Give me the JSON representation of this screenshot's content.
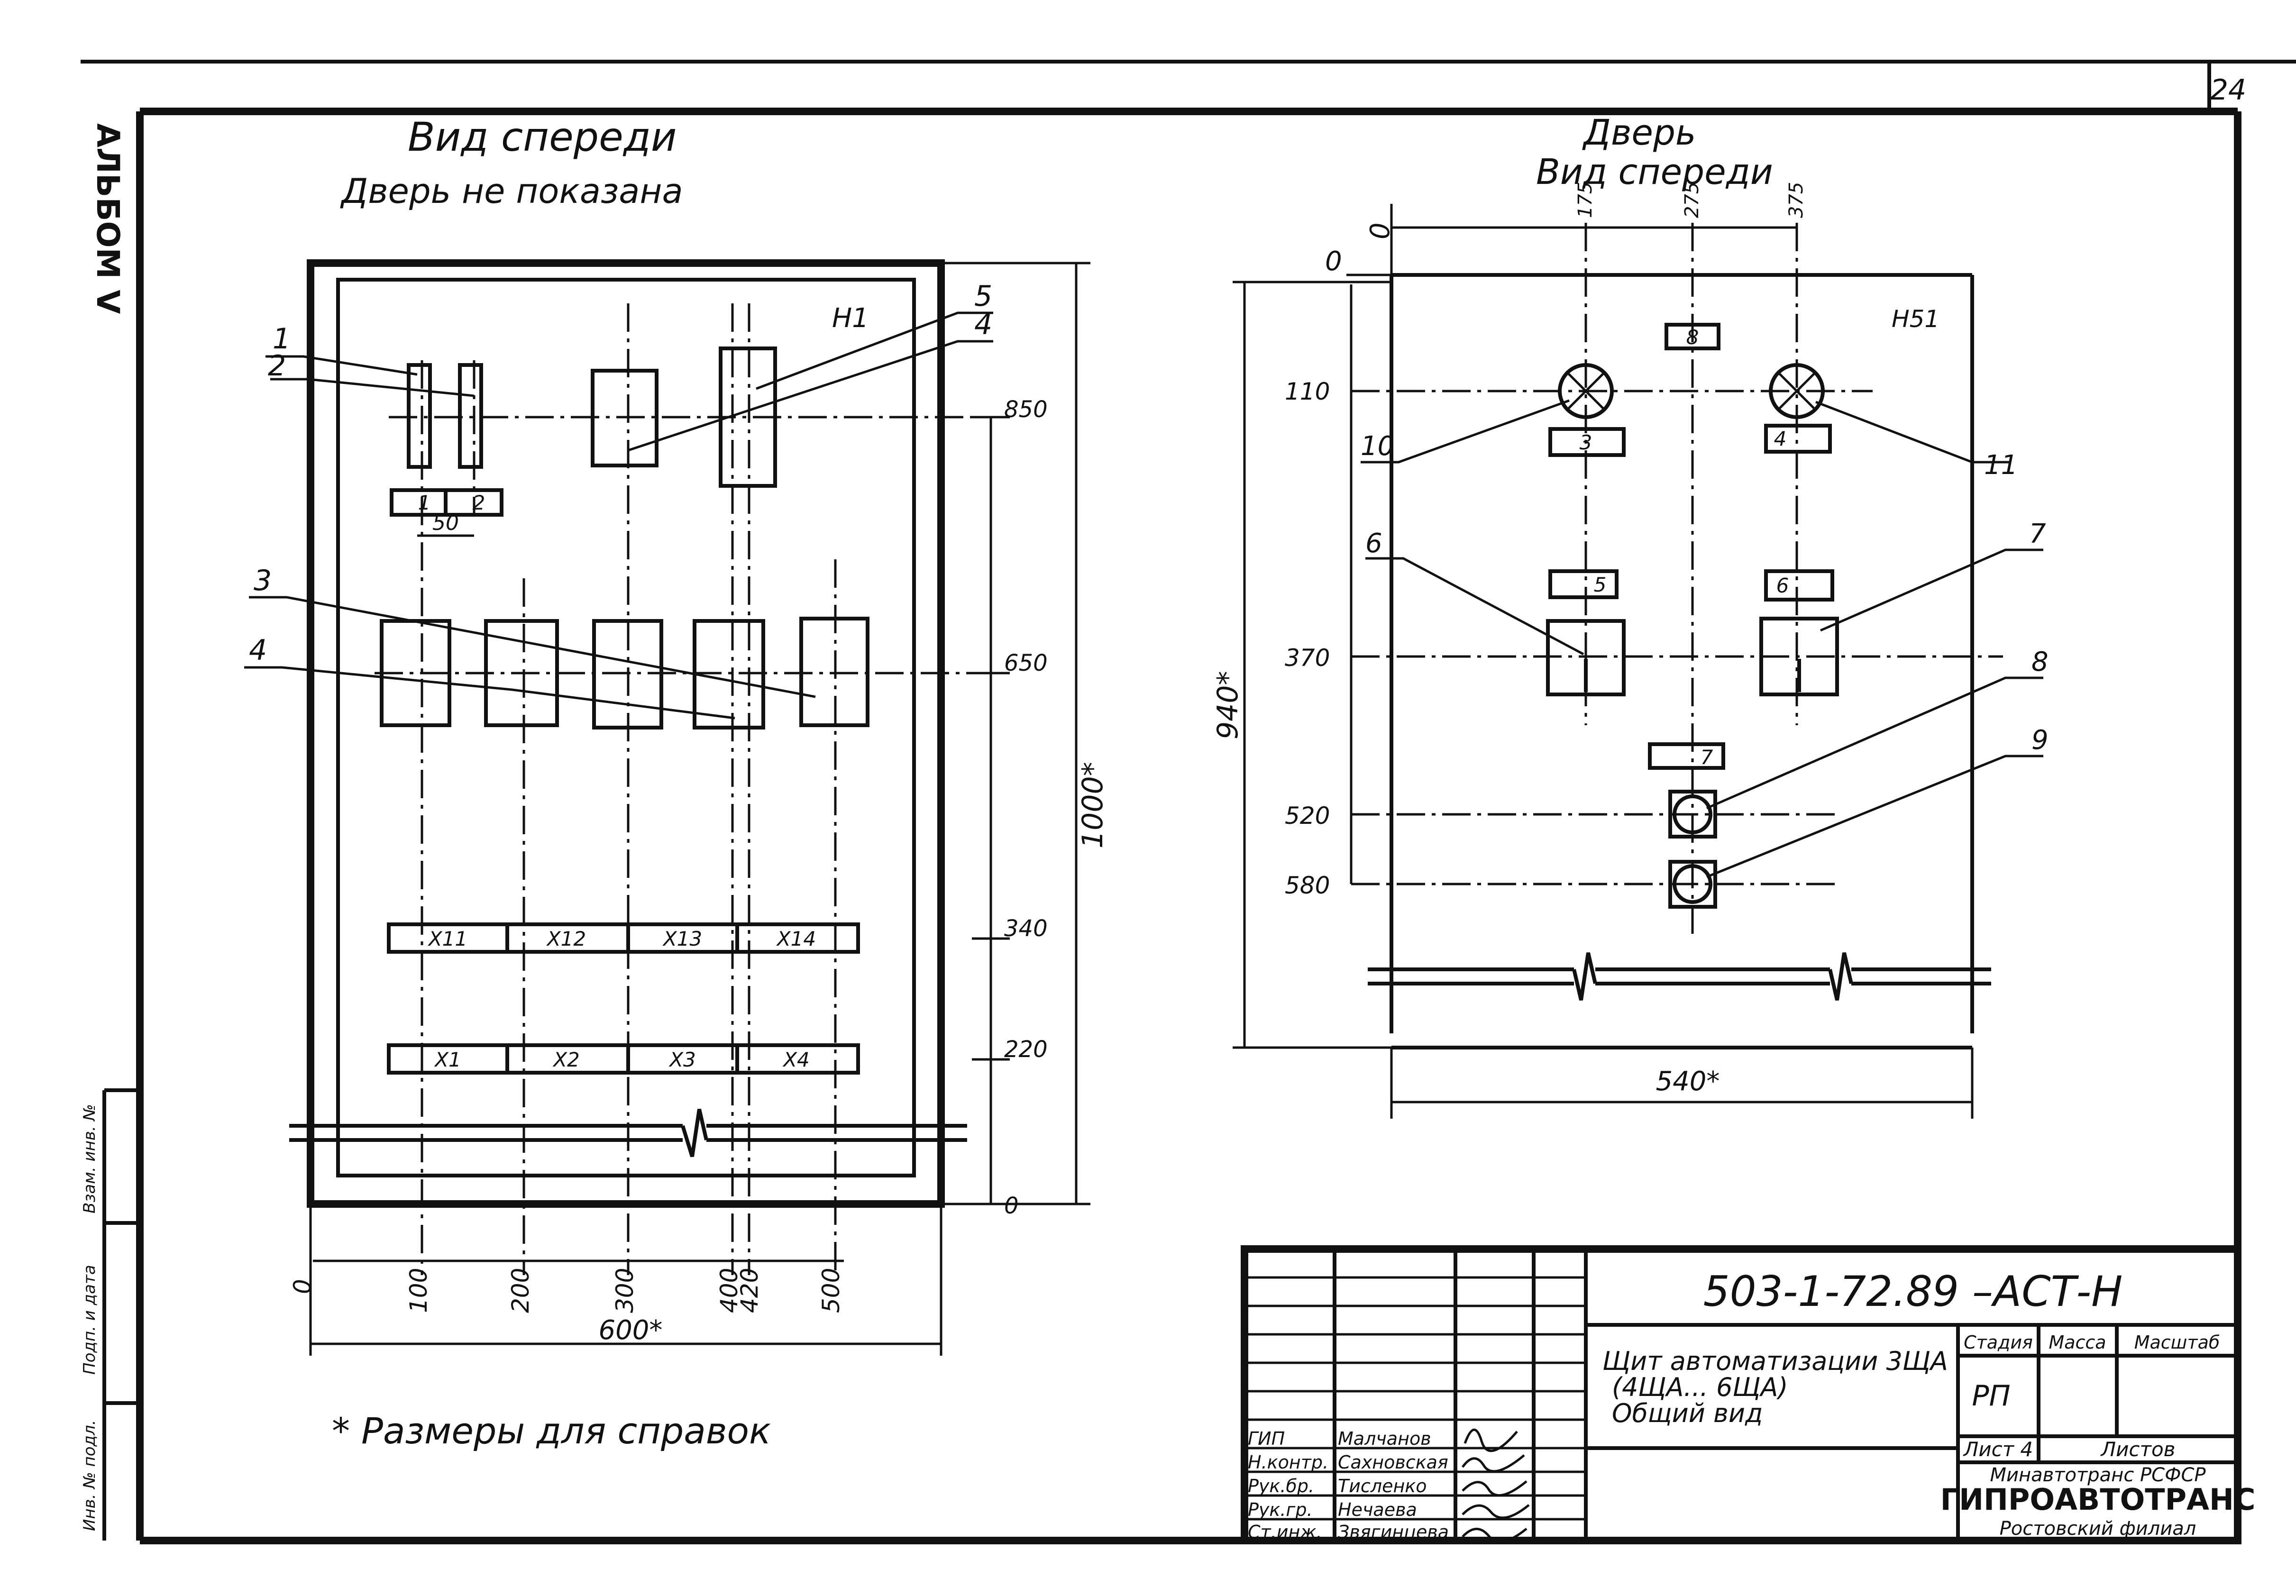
{
  "sheet_number": "24",
  "left_strip": {
    "top_text": "АЛЬБОМ V",
    "field1": "Взам. инв. №",
    "field2": "Подп. и дата",
    "field3": "Инв. № подл."
  },
  "left_view": {
    "title_line1": "Вид спереди",
    "title_line2": "Дверь не показана",
    "panel_code": "Н1",
    "callouts": [
      "1",
      "2",
      "3",
      "4",
      "5",
      "4"
    ],
    "small_labels": [
      "1",
      "2"
    ],
    "dim_50": "50",
    "terminal_upper": [
      "Х11",
      "Х12",
      "Х13",
      "Х14"
    ],
    "terminal_lower": [
      "Х1",
      "Х2",
      "Х3",
      "Х4"
    ],
    "right_dims": [
      "850",
      "650",
      "340",
      "220",
      "0"
    ],
    "height_dim": "1000*",
    "bottom_dims": [
      "0",
      "100",
      "200",
      "300",
      "400",
      "420",
      "500"
    ],
    "width_dim": "600*"
  },
  "right_view": {
    "title_line1": "Дверь",
    "title_line2": "Вид спереди",
    "panel_code": "Н51",
    "top_dims": [
      "0",
      "175",
      "275",
      "375"
    ],
    "left_dims": [
      "0",
      "110",
      "370",
      "520",
      "580"
    ],
    "height_dim": "940*",
    "width_dim": "540*",
    "callouts": [
      "10",
      "11",
      "6",
      "7",
      "8",
      "9"
    ],
    "labels": [
      "8",
      "3",
      "4",
      "5",
      "6",
      "7"
    ]
  },
  "footnote": "* Размеры для справок",
  "title_block": {
    "designation": "503-1-72.89 –АСТ-Н",
    "doc_title_l1": "Щит автоматизации 3ЩА",
    "doc_title_l2": "(4ЩА... 6ЩА)",
    "doc_title_l3": "Общий вид",
    "head_stage": "Стадия",
    "head_mass": "Масса",
    "head_scale": "Масштаб",
    "stage": "РП",
    "sheet_label": "Лист 4",
    "sheets_label": "Листов",
    "org_l1": "Минавтотранс РСФСР",
    "org_l2": "ГИПРОАВТОТРАНС",
    "org_l3": "Ростовский филиал",
    "roles": [
      "ГИП",
      "Н.контр.",
      "Рук.бр.",
      "Рук.гр.",
      "Ст.инж."
    ],
    "names": [
      "Малчанов",
      "Сахновская",
      "Тисленко",
      "Нечаева",
      "Звягинцева"
    ]
  }
}
